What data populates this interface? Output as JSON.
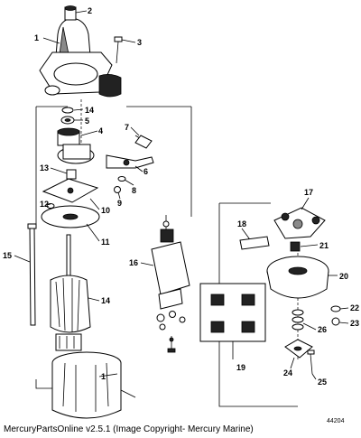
{
  "diagram": {
    "callouts": {
      "c1a": "1",
      "c2": "2",
      "c3": "3",
      "c14a": "14",
      "c5": "5",
      "c4": "4",
      "c7": "7",
      "c13": "13",
      "c6": "6",
      "c8": "8",
      "c9": "9",
      "c10": "10",
      "c12": "12",
      "c11": "11",
      "c15": "15",
      "c14b": "14",
      "c1b": "1",
      "c16": "16",
      "c17": "17",
      "c18": "18",
      "c21": "21",
      "c20": "20",
      "c22": "22",
      "c23": "23",
      "c26": "26",
      "c19": "19",
      "c24": "24",
      "c25": "25"
    },
    "drawing_number": "44204"
  },
  "caption": "MercuryPartsOnline v2.5.1 (Image Copyright- Mercury Marine)"
}
